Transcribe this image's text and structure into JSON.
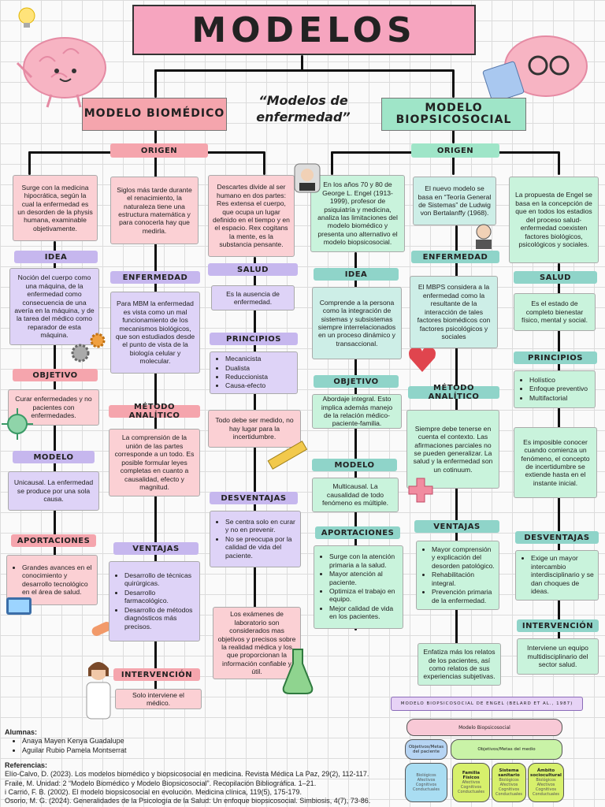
{
  "title": "MODELOS",
  "subtitle_quote": "“Modelos de enfermedad”",
  "biomedico": {
    "header": "MODELO BIOMÉDICO",
    "origen_label": "ORIGEN",
    "origen_1": "Surge con la medicina hipocrática, según la cual la enfermedad es un desorden de la physis humana, examinable objetivamente.",
    "origen_2": "Siglos más tarde durante el renacimiento, la naturaleza tiene una estructura matemática y para conocerla hay que medirla.",
    "origen_3": "Descartes divide al ser humano en dos partes: Res extensa el cuerpo, que ocupa un lugar definido en el tiempo y en el espacio. Rex cogitans la mente, es la substancia pensante.",
    "idea_label": "IDEA",
    "idea": "Noción del cuerpo como una máquina, de la enfermedad como consecuencia de una avería en la máquina, y de la tarea del médico como reparador de esta máquina.",
    "objetivo_label": "OBJETIVO",
    "objetivo": "Curar enfermedades y no pacientes con enfermedades.",
    "modelo_label": "MODELO",
    "modelo": "Unicausal. La enfermedad se produce por una sola causa.",
    "aportaciones_label": "APORTACIONES",
    "aportaciones": [
      "Grandes avances en el conocimiento y desarrollo tecnológico en el área de salud."
    ],
    "enfermedad_label": "ENFERMEDAD",
    "enfermedad": "Para MBM la enfermedad es vista como un mal funcionamiento de los mecanismos biológicos, que son estudiados desde el punto de vista de la biología celular y molecular.",
    "metodo_label": "MÉTODO ANALÍTICO",
    "metodo": "La comprensión de la unión de las partes corresponde a un todo. Es posible formular leyes completas en cuanto a causalidad, efecto y magnitud.",
    "ventajas_label": "VENTAJAS",
    "ventajas": [
      "Desarrollo de técnicas quirúrgicas.",
      "Desarrollo farmacológico.",
      "Desarrollo de métodos diagnósticos más precisos."
    ],
    "intervencion_label": "INTERVENCIÓN",
    "intervencion": "Solo interviene el médico.",
    "salud_label": "SALUD",
    "salud": "Es la ausencia de enfermedad.",
    "principios_label": "PRINCIPIOS",
    "principios": [
      "Mecanicista",
      "Dualista",
      "Reduccionista",
      "Causa-efecto"
    ],
    "medido": "Todo debe ser medido, no hay lugar para la incertidumbre.",
    "desventajas_label": "DESVENTAJAS",
    "desventajas": [
      "Se centra solo en curar y no en prevenir.",
      "No se preocupa por la calidad de vida del paciente."
    ],
    "examenes": "Los exámenes de laboratorio son considerados mas objetivos y precisos sobre la realidad médica y los que proporcionan la información confiable y útil."
  },
  "biopsicosocial": {
    "header": "MODELO BIOPSICOSOCIAL",
    "origen_label": "ORIGEN",
    "origen_1": "En los años 70 y 80 de George L. Engel (1913-1999), profesor de psiquiatría y medicina, analiza las limitaciones del modelo biomédico y presenta uno alternativo el modelo biopsicosocial.",
    "origen_2": "El nuevo modelo se basa en “Teoría General de Sistemas” de Ludwig von Bertalanffy (1968).",
    "origen_3": "La propuesta de Engel se basa en la concepción de que en todos los estadios del proceso salud-enfermedad coexisten factores biológicos, psicológicos y sociales.",
    "idea_label": "IDEA",
    "idea": "Comprende a la persona como la integración de sistemas y subsistemas siempre interrelacionados en un proceso dinámico y transaccional.",
    "objetivo_label": "OBJETIVO",
    "objetivo": "Abordaje integral. Esto implica además manejo de la relación médico-paciente-familia.",
    "modelo_label": "MODELO",
    "modelo": "Multicausal. La causalidad de todo fenómeno es múltiple.",
    "aportaciones_label": "APORTACIONES",
    "aportaciones": [
      "Surge con la atención primaria a la salud.",
      "Mayor atención al paciente.",
      "Optimiza el trabajo en equipo.",
      "Mejor calidad de vida en los pacientes."
    ],
    "enfermedad_label": "ENFERMEDAD",
    "enfermedad": "El MBPS considera a la enfermedad como la resultante de la interacción de tales factores biomédicos con factores psicológicos y sociales",
    "metodo_label": "MÉTODO ANALÍTICO",
    "metodo": "Siempre debe tenerse en cuenta el contexto. Las afirmaciones parciales no se pueden generalizar. La salud y la enfermedad son un cotinuum.",
    "ventajas_label": "VENTAJAS",
    "ventajas": [
      "Mayor comprensión y explicación del desorden patológico.",
      "Rehabilitación integral.",
      "Prevención primaria de la enfermedad."
    ],
    "relatos": "Enfatiza más los relatos de los pacientes, así como relatos de sus experiencias subjetivas.",
    "salud_label": "SALUD",
    "salud": "Es el estado de completo bienestar físico, mental y social.",
    "principios_label": "PRINCIPIOS",
    "principios": [
      "Holístico",
      "Enfoque preventivo",
      "Multifactorial"
    ],
    "imposible": "Es imposible conocer cuando comienza un fenómeno, el concepto de incertidumbre se extiende hasta en el instante inicial.",
    "desventajas_label": "DESVENTAJAS",
    "desventajas": [
      "Exige un mayor intercambio interdisciplinario y se dan choques de ideas."
    ],
    "intervencion_label": "INTERVENCIÓN",
    "intervencion": "Interviene un equipo multidisciplinario del sector salud."
  },
  "engel": {
    "title": "MODELO BIOPSICOSOCIAL DE ENGEL (BELARD ET AL., 1987)",
    "main": "Modelo Biopsicosocial",
    "left_head": "Objetivos/Metas del paciente",
    "right_head": "Objetivos/Metas del medio",
    "c1_title": "",
    "c1_items": "Biológicos Afectivos Cognitivos Conductuales",
    "c2_title": "Familia Físicos",
    "c2_items": "Afectivos Cognitivos Conductuales",
    "c3_title": "Sistema sanitario",
    "c3_items": "Biológicos Afectivos Cognitivos Conductuales",
    "c4_title": "Ámbito sociocultural",
    "c4_items": "Biológicos Afectivos Cognitivos Conductuales"
  },
  "alumnas_title": "Alumnas:",
  "alumnas": [
    "Anaya Mayen Kenya Guadalupe",
    "Aguilar Rubio Pamela Montserrat"
  ],
  "referencias_title": "Referencias:",
  "referencias": [
    "Elío-Calvo, D. (2023). Los modelos biomédico y biopsicosocial en medicina. Revista Médica La Paz, 29(2), 112-117.",
    "Fraile, M. Unidad: 2 “Modelo Biomédico y Modelo Biopsicosocial”. Recopilación Bibliográfica. 1–21.",
    "i Carrió, F. B. (2002). El modelo biopsicosocial en evolución. Medicina clínica, 119(5), 175-179.",
    "Osorio, M. G. (2024). Generalidades de la Psicología de la Salud: Un enfoque biopsicosocial. Simbiosis, 4(7), 73-86."
  ],
  "colors": {
    "pink": "#f5a5ad",
    "light_pink": "#fbd0d4",
    "purple": "#c6b7ee",
    "light_purple": "#ded3f7",
    "teal": "#8fd4c9",
    "green": "#9fe5c8",
    "title_pink": "#f6a5bf"
  },
  "icons": [
    "brain-mascot-icon",
    "lightbulb-icon",
    "gears-icon",
    "virus-icon",
    "heart-icon",
    "tablet-icon",
    "syringe-icon",
    "flask-icon",
    "doctor-icon",
    "pill-icon"
  ]
}
